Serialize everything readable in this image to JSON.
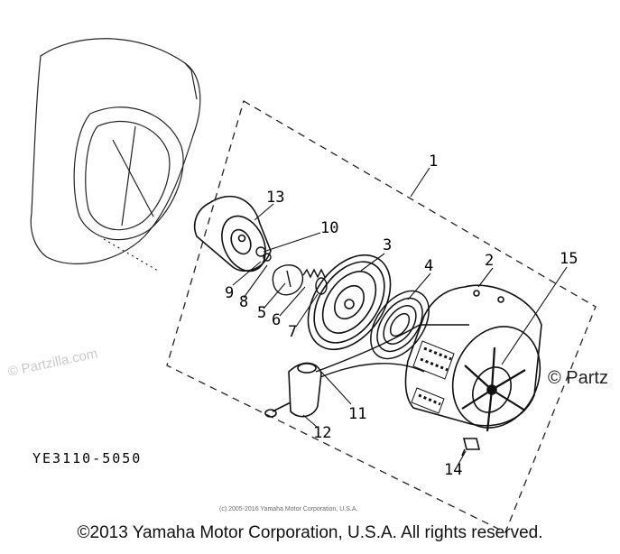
{
  "diagram": {
    "code": "YE3110-5050",
    "parts": [
      "1",
      "2",
      "3",
      "4",
      "5",
      "6",
      "7",
      "8",
      "9",
      "10",
      "11",
      "12",
      "13",
      "14",
      "15"
    ]
  },
  "watermarks": {
    "left": "© Partzilla.com",
    "right": "© Partz",
    "small": "(c) 2005-2016 Yamaha Motor Corporation, U.S.A."
  },
  "footer": {
    "copyright": "©2013 Yamaha Motor Corporation, U.S.A. All rights reserved."
  }
}
